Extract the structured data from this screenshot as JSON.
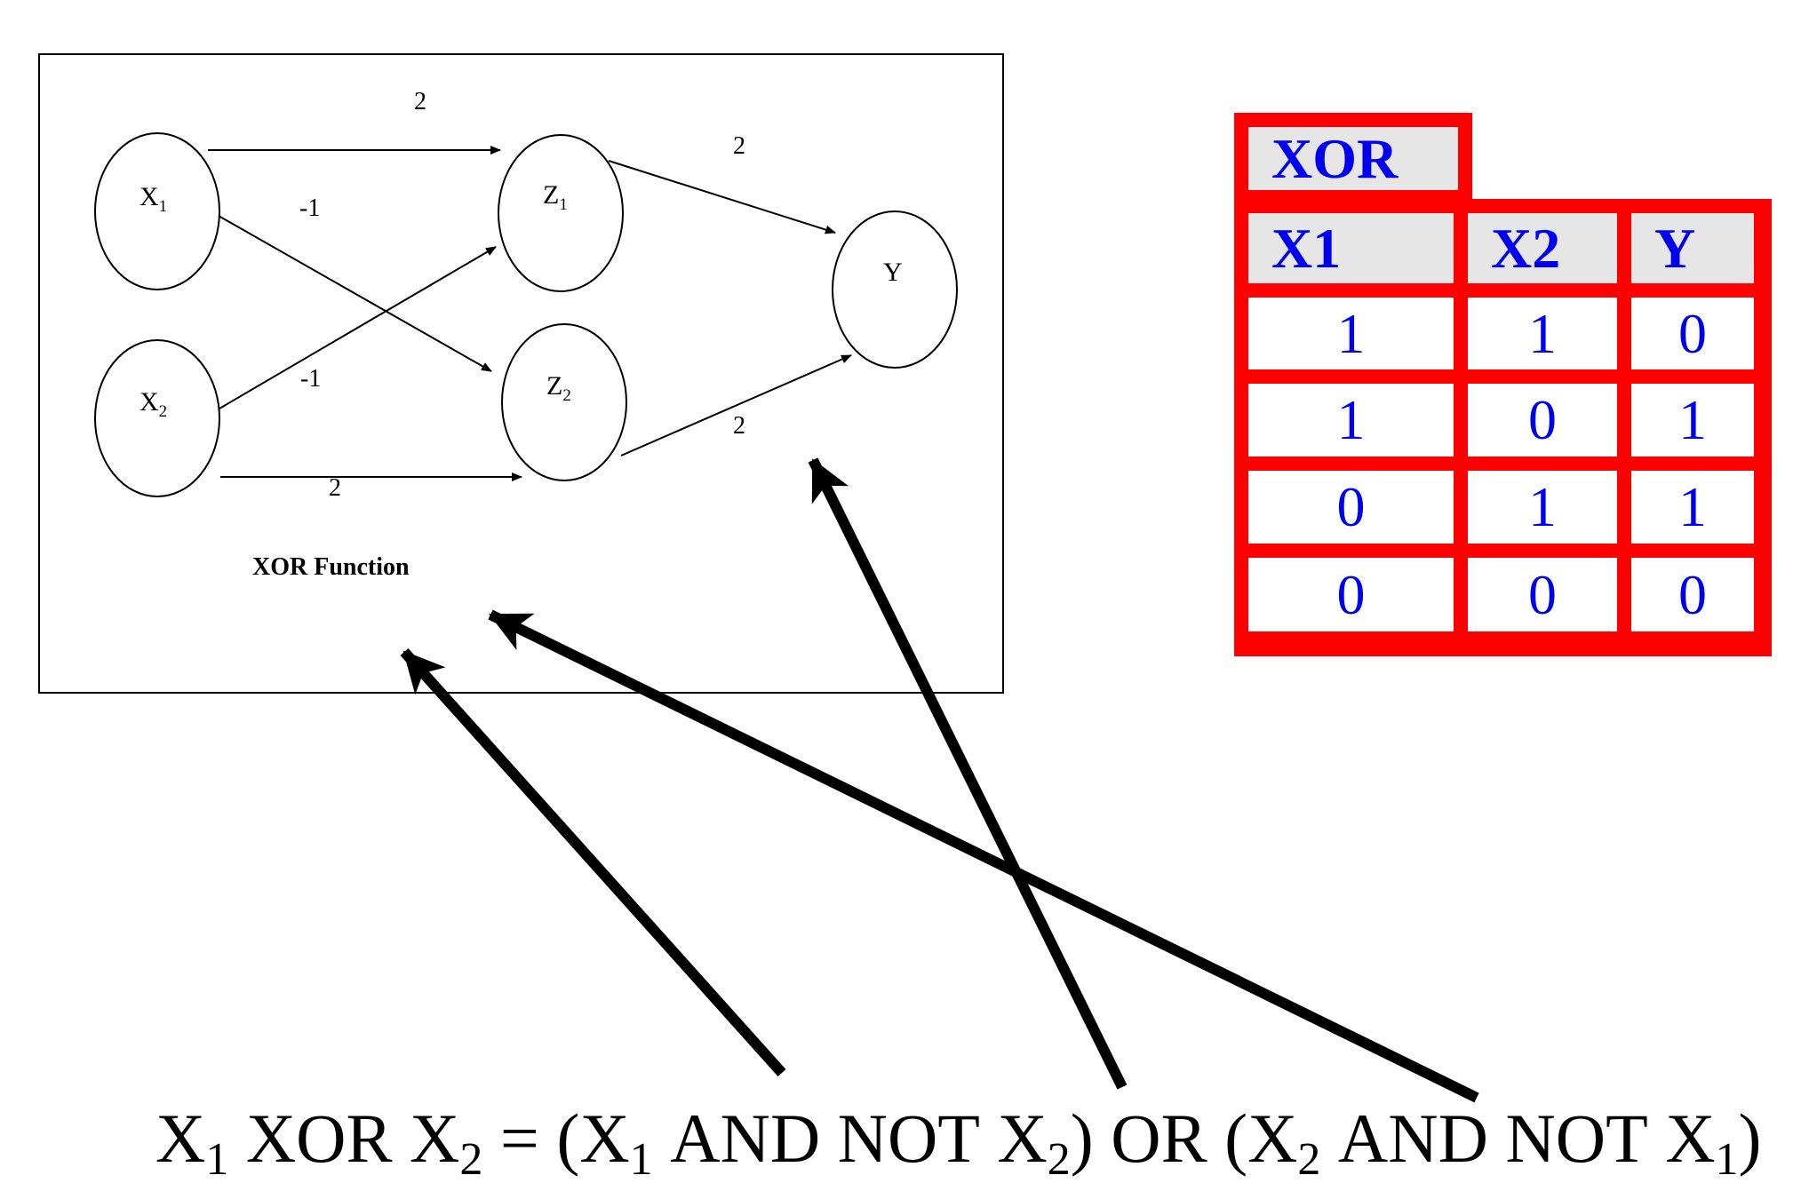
{
  "diagram": {
    "nodes": [
      {
        "id": "x1",
        "label": "X",
        "sub": "1"
      },
      {
        "id": "x2",
        "label": "X",
        "sub": "2"
      },
      {
        "id": "z1",
        "label": "Z",
        "sub": "1"
      },
      {
        "id": "z2",
        "label": "Z",
        "sub": "2"
      },
      {
        "id": "y",
        "label": "Y",
        "sub": ""
      }
    ],
    "edges": [
      {
        "from": "x1",
        "to": "z1",
        "weight": "2"
      },
      {
        "from": "x1",
        "to": "z2",
        "weight": "-1"
      },
      {
        "from": "x2",
        "to": "z1",
        "weight": "-1"
      },
      {
        "from": "x2",
        "to": "z2",
        "weight": "2"
      },
      {
        "from": "z1",
        "to": "y",
        "weight": "2"
      },
      {
        "from": "z2",
        "to": "y",
        "weight": "2"
      }
    ],
    "caption": "XOR Function"
  },
  "truth_table": {
    "title": "XOR",
    "headers": [
      "X1",
      "X2",
      "Y"
    ],
    "rows": [
      [
        "1",
        "1",
        "0"
      ],
      [
        "1",
        "0",
        "1"
      ],
      [
        "0",
        "1",
        "1"
      ],
      [
        "0",
        "0",
        "0"
      ]
    ],
    "border_color": "#ff0000",
    "text_color": "#0000ee",
    "header_bg": "#e6e6e6"
  },
  "formula": {
    "parts": [
      {
        "text": "X"
      },
      {
        "text": "1",
        "sub": true
      },
      {
        "text": " XOR X"
      },
      {
        "text": "2",
        "sub": true
      },
      {
        "text": " = (X"
      },
      {
        "text": "1",
        "sub": true
      },
      {
        "text": " AND NOT X"
      },
      {
        "text": "2",
        "sub": true
      },
      {
        "text": ") OR (X"
      },
      {
        "text": "2",
        "sub": true
      },
      {
        "text": " AND NOT X"
      },
      {
        "text": "1",
        "sub": true
      },
      {
        "text": ")"
      }
    ]
  }
}
